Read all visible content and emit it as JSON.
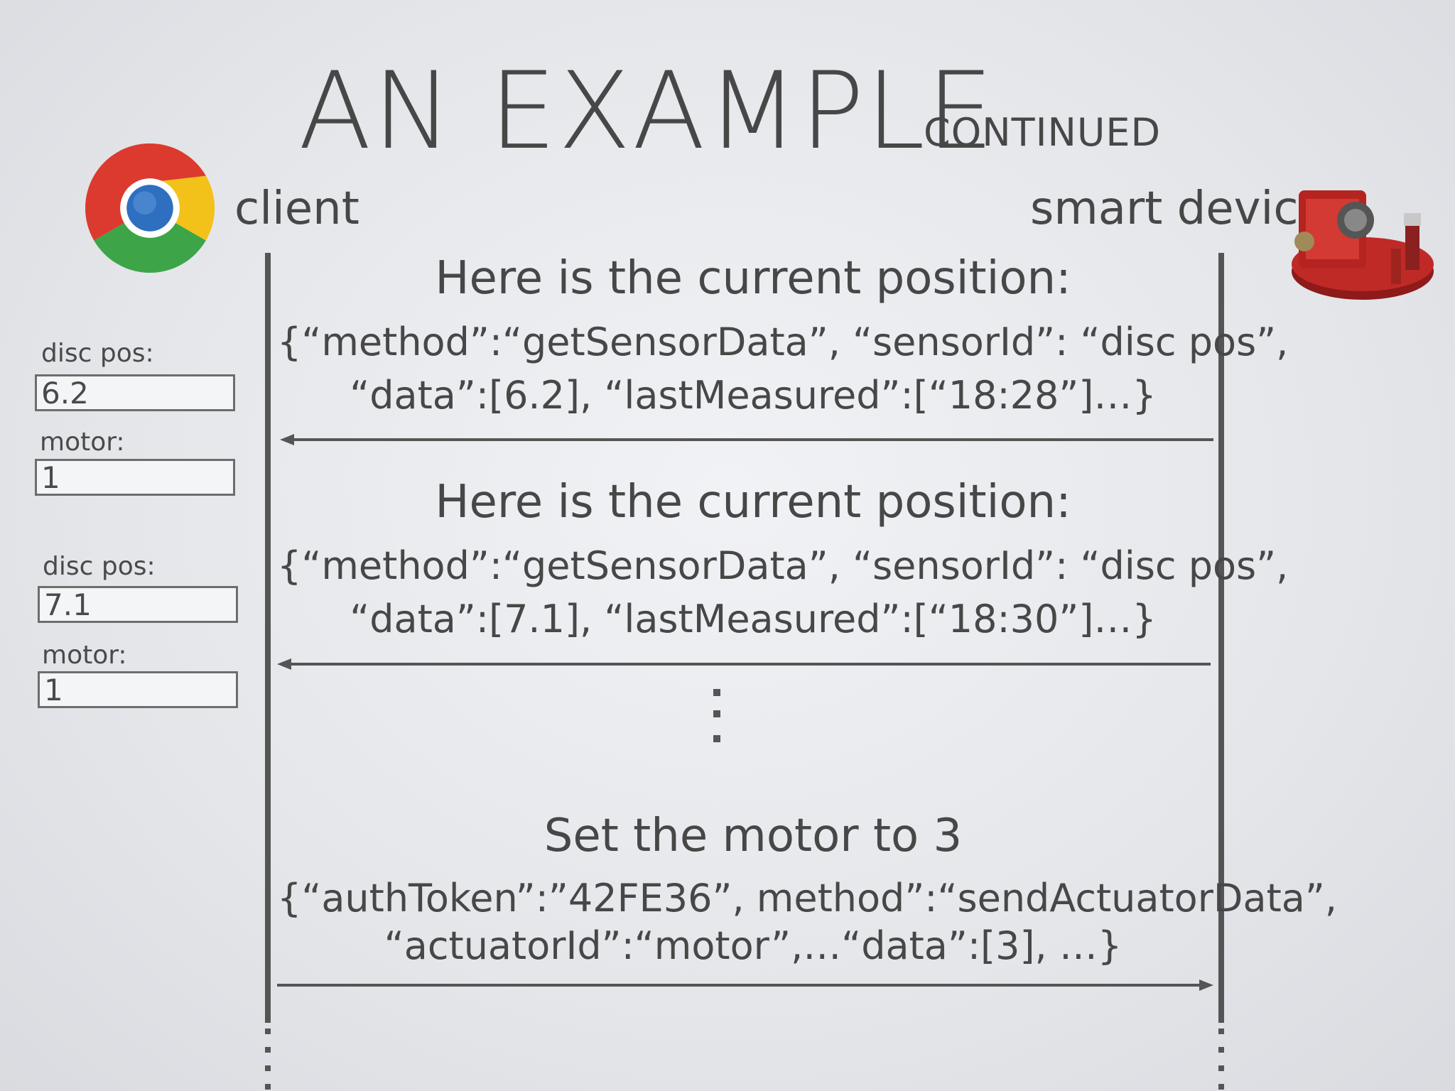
{
  "title": {
    "main": "AN EXAMPLE",
    "sub": "CONTINUED"
  },
  "actors": {
    "client": "client",
    "device": "smart device"
  },
  "messages": [
    {
      "head": "Here is the current position:",
      "line1": "{“method”:“getSensorData”, “sensorId”: “disc pos”,",
      "line2": "“data”:[6.2], “lastMeasured”:[“18:28”]…}",
      "direction": "device-to-client"
    },
    {
      "head": "Here is the current position:",
      "line1": "{“method”:“getSensorData”, “sensorId”: “disc pos”,",
      "line2": "“data”:[7.1], “lastMeasured”:[“18:30”]…}",
      "direction": "device-to-client"
    },
    {
      "head": "Set the motor to 3",
      "line1": "{“authToken”:”42FE36”, method”:“sendActuatorData”,",
      "line2": "“actuatorId”:“motor”,…“data”:[3], …}",
      "direction": "client-to-device"
    }
  ],
  "client_panels": [
    {
      "disc_label": "disc pos:",
      "disc_value": "6.2",
      "motor_label": "motor:",
      "motor_value": "1"
    },
    {
      "disc_label": "disc pos:",
      "disc_value": "7.1",
      "motor_label": "motor:",
      "motor_value": "1"
    }
  ],
  "icons": {
    "client": "chrome-browser-icon",
    "device": "red-robot-device-icon"
  }
}
